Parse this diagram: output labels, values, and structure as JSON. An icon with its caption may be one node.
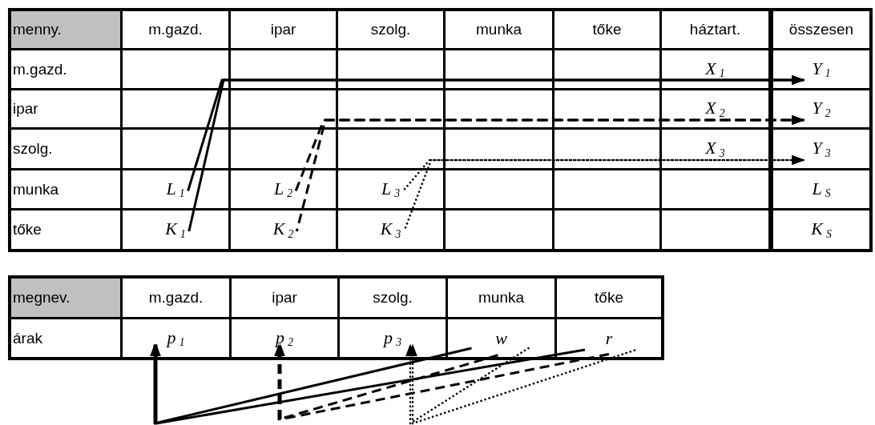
{
  "diagram": {
    "nodes": [
      {
        "text": [
          "Y$_{1}$"
        ]
      },
      {
        "text": [
          "Y$_{2}$"
        ]
      },
      {
        "text": [
          "Y$_{3}$"
        ]
      },
      {
        "text": [
          "L$_{1}$"
        ]
      },
      {
        "text": [
          "L$_{2}$"
        ]
      },
      {
        "text": [
          "L$_{3}$"
        ]
      },
      {
        "text": [
          "K$_{1}$"
        ]
      },
      {
        "text": [
          "K$_{2}$"
        ]
      },
      {
        "text": [
          "K$_{3}$"
        ]
      },
      {
        "text": [
          "p$_{1}$"
        ]
      },
      {
        "text": [
          "p$_{2}$"
        ]
      },
      {
        "text": [
          "p$_{3}$"
        ]
      },
      {
        "text": [
          "w"
        ]
      },
      {
        "text": [
          "r"
        ]
      }
    ],
    "edges": [
      {
        "from": 3,
        "to": 0,
        "arrow": "to"
      },
      {
        "from": 6,
        "to": 0,
        "arrow": "to"
      },
      {
        "from": 4,
        "to": 1,
        "arrow": "to",
        "style": "dashed"
      },
      {
        "from": 7,
        "to": 1,
        "arrow": "to",
        "style": "dashed"
      },
      {
        "from": 5,
        "to": 2,
        "arrow": "to",
        "style": "dashed"
      },
      {
        "from": 8,
        "to": 2,
        "arrow": "to",
        "style": "dashed"
      },
      {
        "from": 12,
        "to": 9,
        "arrow": "to"
      },
      {
        "from": 13,
        "to": 9,
        "arrow": "to"
      },
      {
        "from": 12,
        "to": 10,
        "arrow": "to",
        "style": "dashed"
      },
      {
        "from": 13,
        "to": 10,
        "arrow": "to",
        "style": "dashed"
      },
      {
        "from": 12,
        "to": 11,
        "arrow": "to",
        "style": "dashed"
      },
      {
        "from": 13,
        "to": 11,
        "arrow": "to",
        "style": "dashed"
      }
    ],
    "labels": [
      "menny.",
      "m.gazd.",
      "ipar",
      "szolg.",
      "munka",
      "tőke",
      "háztart.",
      "összesen",
      "m.gazd.",
      "X$_{1}$",
      "ipar",
      "X$_{2}$",
      "szolg.",
      "X$_{3}$",
      "munka",
      "L$_{S}$",
      "tőke",
      "K$_{S}$",
      "megnev.",
      "m.gazd.",
      "ipar",
      "szolg.",
      "munka",
      "tőke",
      "árak"
    ]
  }
}
